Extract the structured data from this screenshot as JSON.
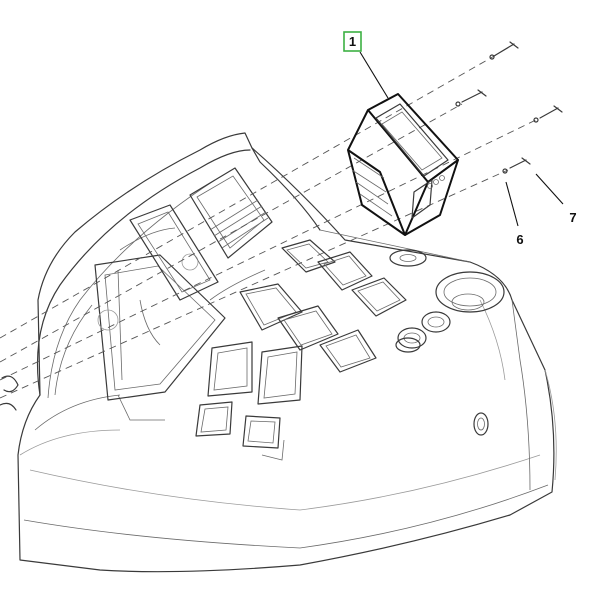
{
  "callouts": [
    {
      "label": "1",
      "highlight_color": "#3cb043"
    },
    {
      "label": "6"
    },
    {
      "label": "7"
    }
  ]
}
